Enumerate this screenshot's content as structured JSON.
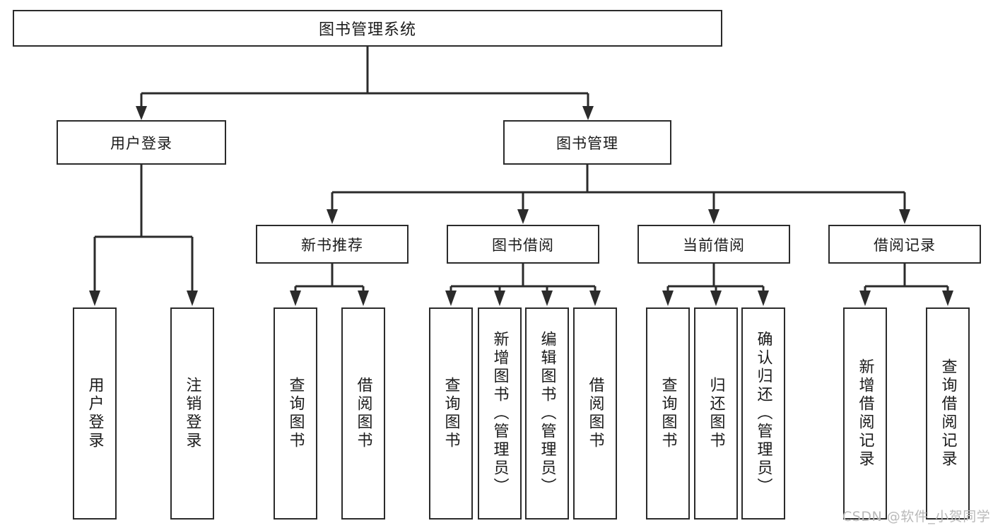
{
  "diagram": {
    "type": "hierarchy-tree",
    "title": "图书管理系统",
    "root": {
      "label": "图书管理系统",
      "children": [
        {
          "label": "用户登录",
          "children": [
            {
              "label": "用户登录"
            },
            {
              "label": "注销登录"
            }
          ]
        },
        {
          "label": "图书管理",
          "children": [
            {
              "label": "新书推荐",
              "children": [
                {
                  "label": "查询图书"
                },
                {
                  "label": "借阅图书"
                }
              ]
            },
            {
              "label": "图书借阅",
              "children": [
                {
                  "label": "查询图书"
                },
                {
                  "label": "新增图书（管理员）"
                },
                {
                  "label": "编辑图书（管理员）"
                },
                {
                  "label": "借阅图书"
                }
              ]
            },
            {
              "label": "当前借阅",
              "children": [
                {
                  "label": "查询图书"
                },
                {
                  "label": "归还图书"
                },
                {
                  "label": "确认归还（管理员）"
                }
              ]
            },
            {
              "label": "借阅记录",
              "children": [
                {
                  "label": "新增借阅记录"
                },
                {
                  "label": "查询借阅记录"
                }
              ]
            }
          ]
        }
      ]
    },
    "nodes": {
      "root": "图书管理系统",
      "l2_user_login": "用户登录",
      "l2_book_mgmt": "图书管理",
      "l3_new_book_rec": "新书推荐",
      "l3_book_borrow": "图书借阅",
      "l3_current_borrow": "当前借阅",
      "l3_borrow_record": "借阅记录",
      "leaf_1": "用户登录",
      "leaf_2": "注销登录",
      "leaf_3": "查询图书",
      "leaf_4": "借阅图书",
      "leaf_5": "查询图书",
      "leaf_6": "新增图书（管理员）",
      "leaf_7": "编辑图书（管理员）",
      "leaf_8": "借阅图书",
      "leaf_9": "查询图书",
      "leaf_10": "归还图书",
      "leaf_11": "确认归还（管理员）",
      "leaf_12": "新增借阅记录",
      "leaf_13": "查询借阅记录"
    },
    "colors": {
      "stroke": "#2b2b2b",
      "fill": "#ffffff",
      "text": "#1b1b1b",
      "watermark": "#b9b9b9"
    }
  },
  "watermark": "CSDN @软件_小贺同学"
}
